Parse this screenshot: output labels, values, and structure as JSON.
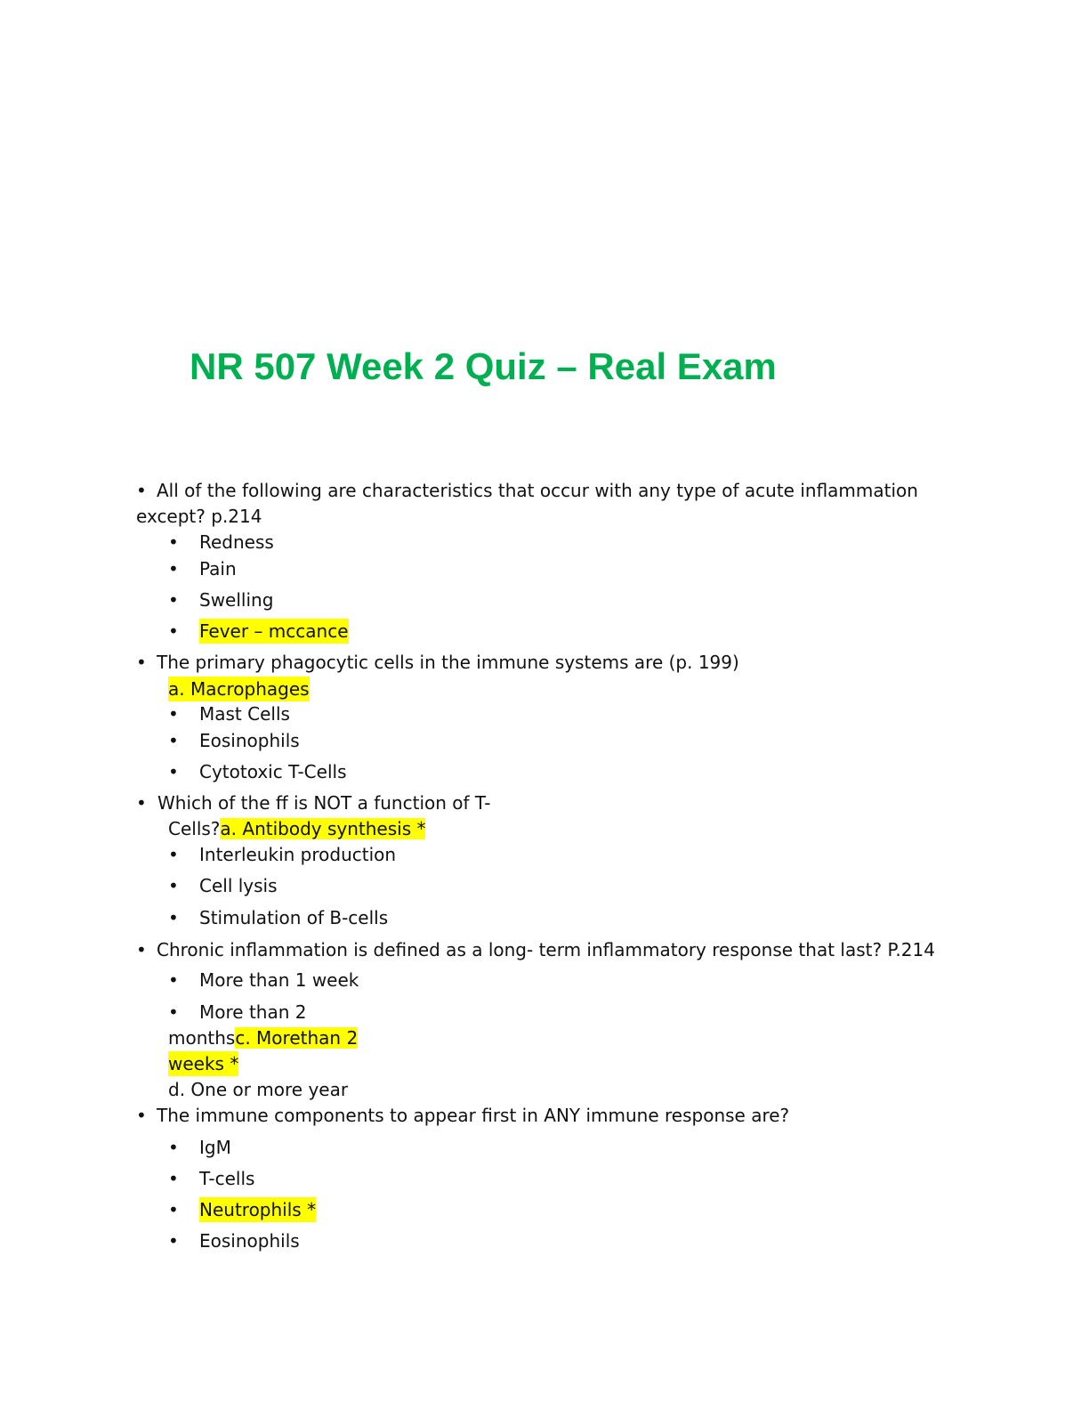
{
  "document": {
    "title": "NR 507 Week 2 Quiz – Real Exam",
    "bullet": "•",
    "q1": {
      "text_line1": "All of the following are characteristics that occur with any type of acute inflammation",
      "text_line2": "except? p.214",
      "options": [
        "Redness",
        "Pain",
        "Swelling",
        "Fever – mccance"
      ]
    },
    "q2": {
      "text": "The primary phagocytic cells in the immune systems are (p. 199)",
      "answer": "a. Macrophages",
      "options": [
        "Mast Cells",
        "Eosinophils",
        "Cytotoxic T-Cells"
      ]
    },
    "q3": {
      "text_line1": "Which of the ff is NOT a function of T-",
      "text_line2": "Cells?",
      "answer": "a. Antibody synthesis *",
      "options": [
        "Interleukin production",
        "Cell lysis",
        "Stimulation of B-cells"
      ]
    },
    "q4": {
      "text": "Chronic inflammation is defined as a long- term inflammatory response that last? P.214",
      "options": [
        "More than 1 week",
        "More than 2"
      ],
      "months_text": "months",
      "answer_line1": "c. Morethan 2",
      "answer_line2": "weeks *",
      "option_d": "d.  One or more year"
    },
    "q5": {
      "text": "The immune components to appear first in ANY immune response are?",
      "options": [
        "IgM",
        "T-cells",
        "Neutrophils *",
        "Eosinophils"
      ]
    }
  }
}
